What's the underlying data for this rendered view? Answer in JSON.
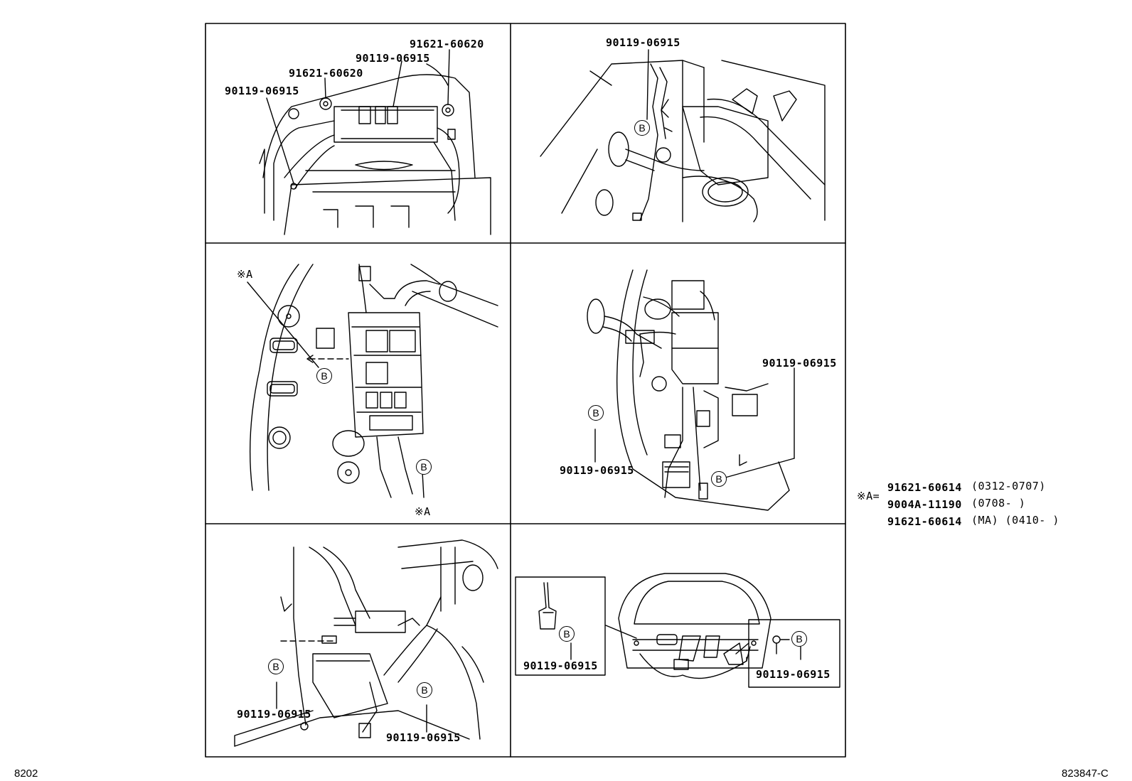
{
  "labels": {
    "p1_a": "91621-60620",
    "p1_b": "90119-06915",
    "p1_c": "91621-60620",
    "p1_d": "90119-06915",
    "p2_a": "90119-06915",
    "p3_refA_top": "※A",
    "p3_refA_bot": "※A",
    "p4_a": "90119-06915",
    "p4_b": "90119-06915",
    "p5_a": "90119-06915",
    "p5_b": "90119-06915",
    "p6_a": "90119-06915",
    "p6_b": "90119-06915"
  },
  "callout_mark": "B",
  "legend": {
    "prefix": "※A=",
    "rows": [
      {
        "part": "91621-60614",
        "note": "(0312-0707)"
      },
      {
        "part": "9004A-11190",
        "note": "(0708-      )"
      },
      {
        "part": "91621-60614",
        "note": "(MA) (0410-      )"
      }
    ]
  },
  "footer": {
    "left": "8202",
    "right": "823847-C"
  }
}
